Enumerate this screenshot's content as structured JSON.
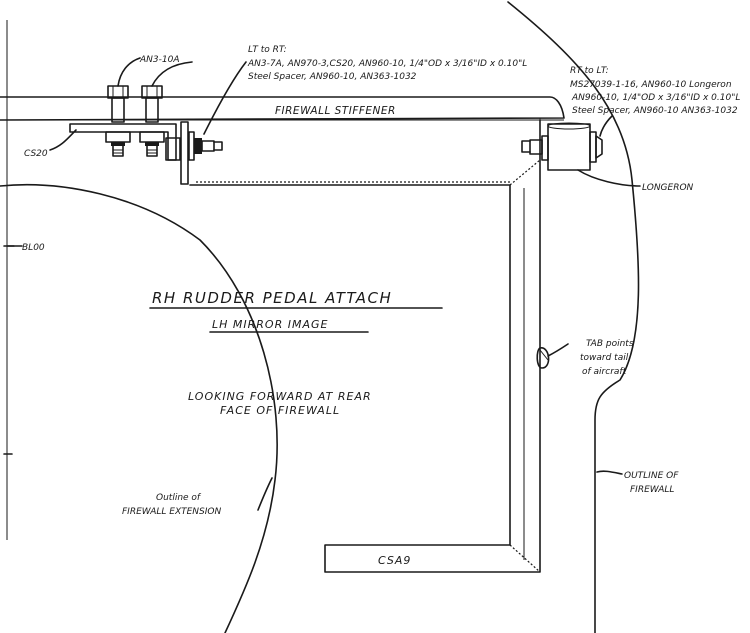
{
  "labels": {
    "an310a": "AN3-10A",
    "cs20": "CS20",
    "lt_to_rt_title": "LT to RT:",
    "lt_to_rt_line1": "AN3-7A, AN970-3,CS20, AN960-10, 1/4\"OD x 3/16\"ID x 0.10\"L",
    "lt_to_rt_line2": "Steel Spacer, AN960-10, AN363-1032",
    "firewall_stiffener": "FIREWALL   STIFFENER",
    "rt_to_lt_title": "RT to LT:",
    "rt_to_lt_line1": "MS27039-1-16, AN960-10 Longeron",
    "rt_to_lt_line2": "AN960-10, 1/4\"OD x 3/16\"ID x 0.10\"L",
    "rt_to_lt_line3": "Steel Spacer, AN960-10 AN363-1032",
    "longeron": "LONGERON",
    "bl00": "BL00",
    "main_title": "RH  RUDDER  PEDAL  ATTACH",
    "subtitle": "LH  MIRROR  IMAGE",
    "looking_line1": "LOOKING  FORWARD  AT  REAR",
    "looking_line2": "FACE  OF  FIREWALL",
    "tab_line1": "TAB points",
    "tab_line2": "toward tail",
    "tab_line3": "of aircraft",
    "ext_line1": "Outline of",
    "ext_line2": "FIREWALL EXTENSION",
    "outline_line1": "OUTLINE  OF",
    "outline_line2": "FIREWALL",
    "csa9": "CSA9"
  }
}
